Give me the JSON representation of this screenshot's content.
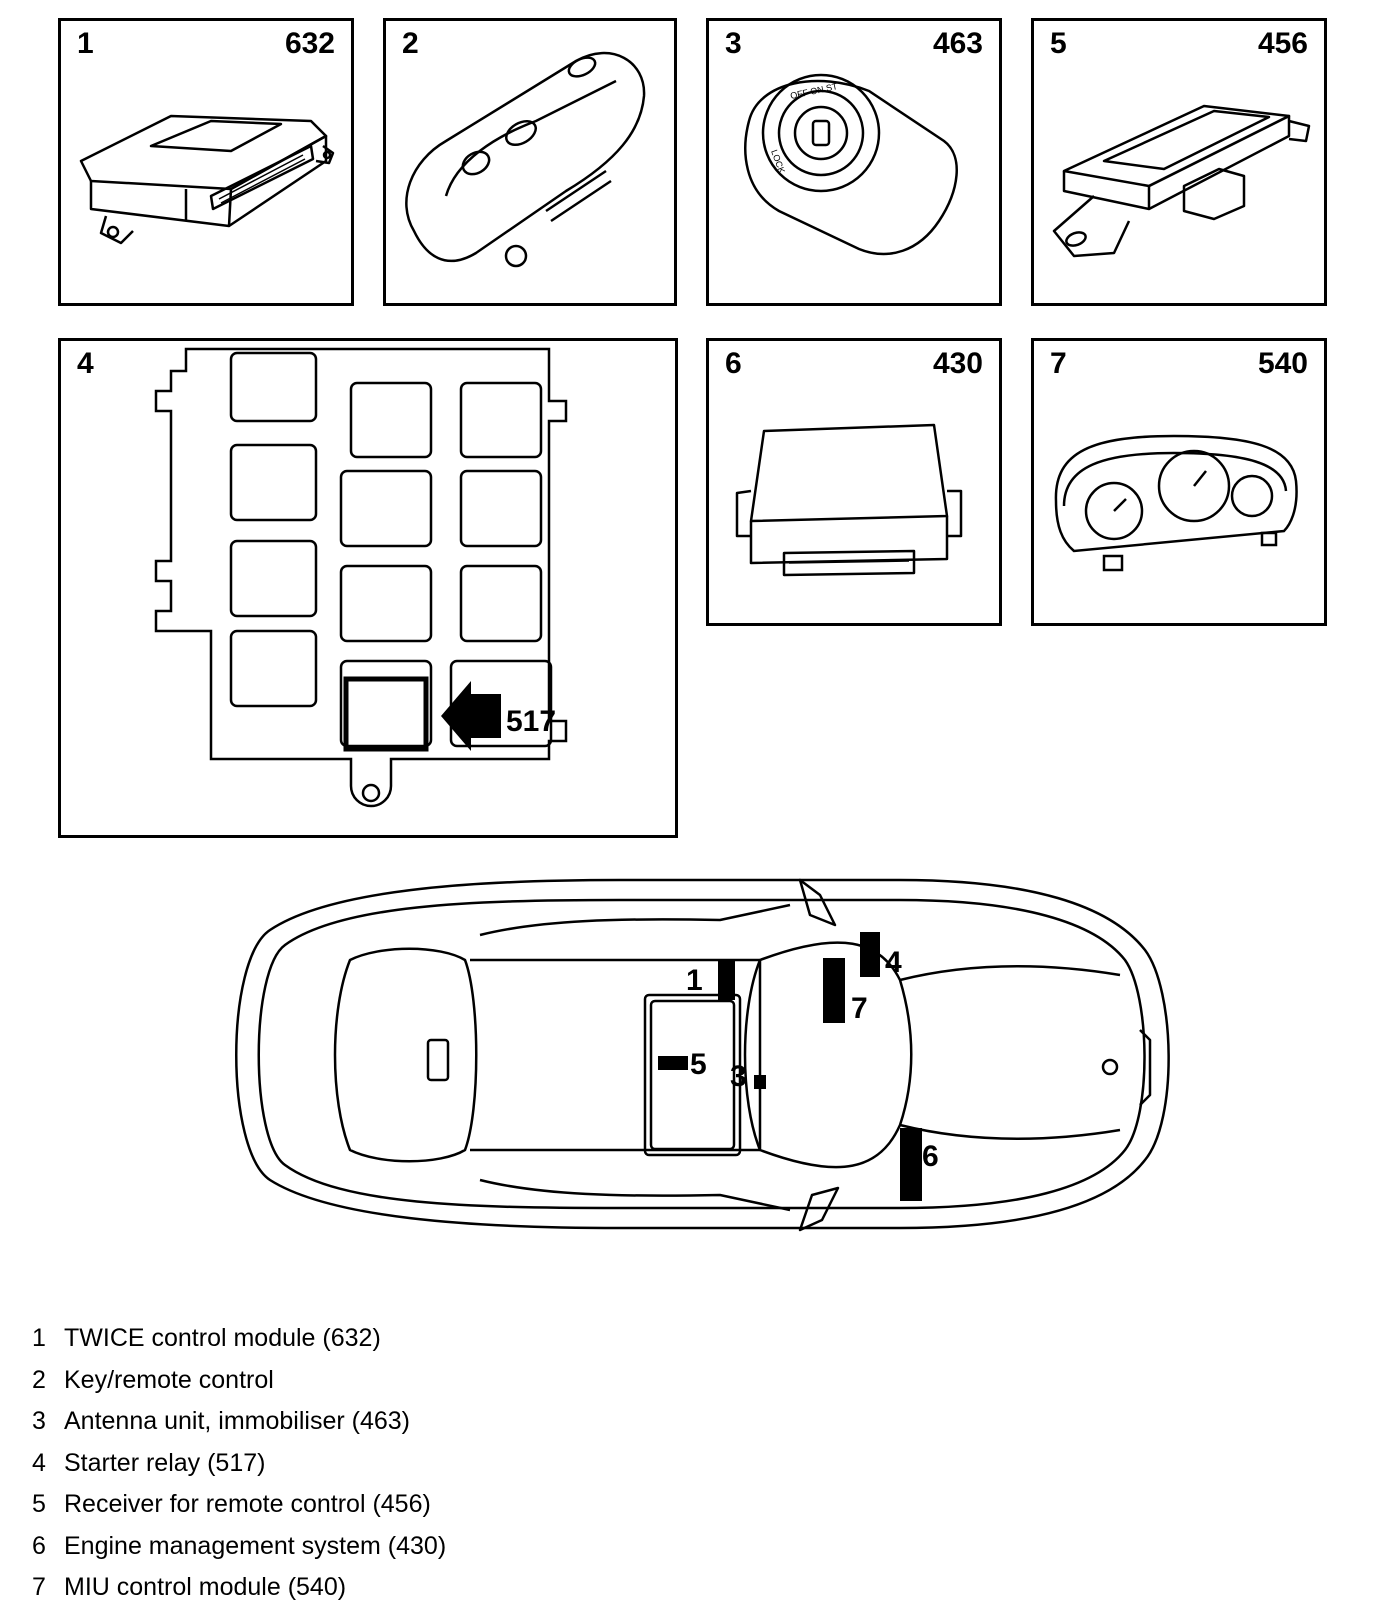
{
  "panels": [
    {
      "num": "1",
      "code": "632"
    },
    {
      "num": "2",
      "code": ""
    },
    {
      "num": "3",
      "code": "463"
    },
    {
      "num": "5",
      "code": "456"
    },
    {
      "num": "4",
      "code": ""
    },
    {
      "num": "6",
      "code": "430"
    },
    {
      "num": "7",
      "code": "540"
    }
  ],
  "fusebox": {
    "relay_code": "517"
  },
  "ignition_text": "OFF ON ST",
  "lock_text": "LOCK",
  "car_markers": [
    "1",
    "7",
    "4",
    "5",
    "3",
    "6"
  ],
  "legend": [
    {
      "num": "1",
      "text": "TWICE control module (632)"
    },
    {
      "num": "2",
      "text": "Key/remote control"
    },
    {
      "num": "3",
      "text": "Antenna unit, immobiliser (463)"
    },
    {
      "num": "4",
      "text": "Starter relay (517)"
    },
    {
      "num": "5",
      "text": "Receiver for remote control (456)"
    },
    {
      "num": "6",
      "text": "Engine management system (430)"
    },
    {
      "num": "7",
      "text": "MIU control module (540)"
    }
  ]
}
